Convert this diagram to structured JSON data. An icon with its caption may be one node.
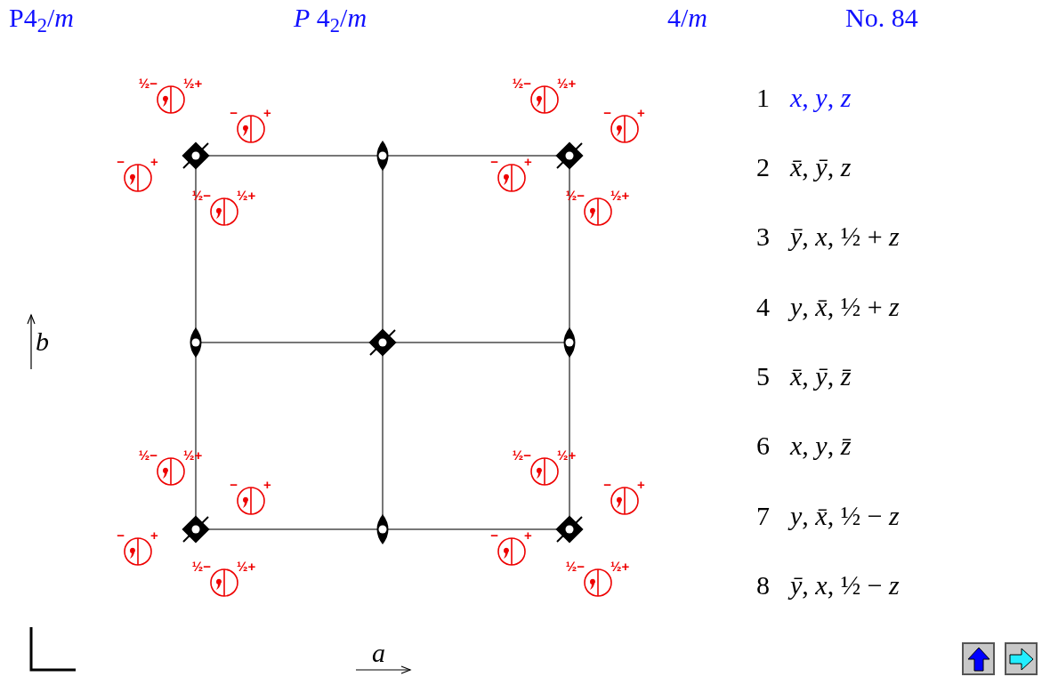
{
  "diagram": {
    "labels": [
      "P4$_{2}$/*m*",
      "*P* 4$_{2}$/*m*",
      "4/*m*",
      "No. 84",
      "½−",
      "½+",
      "½−",
      "½+",
      "−",
      "+",
      "−",
      "+",
      "−",
      "+",
      "−",
      "+",
      "½−",
      "½+",
      "½−",
      "½+",
      "½−",
      "½+",
      "½−",
      "½+",
      "−",
      "+",
      "−",
      "+",
      "−",
      "+",
      "−",
      "+",
      "½−",
      "½+",
      "½−",
      "½+",
      "*b*",
      "1",
      "*x*, *y*, *z*",
      "2",
      "*x̄*, *ȳ*, *z*",
      "3",
      "*ȳ*, *x*, ½ + *z*",
      "4",
      "*y*, *x̄*, ½ + *z*",
      "5",
      "*x̄*, *ȳ*, *z̄*",
      "6",
      "*x*, *y*, *z̄*",
      "7",
      "*y*, *x̄*, ½ − *z*",
      "8",
      "*ȳ*, *x*, ½ − *z*",
      "*a*"
    ]
  }
}
